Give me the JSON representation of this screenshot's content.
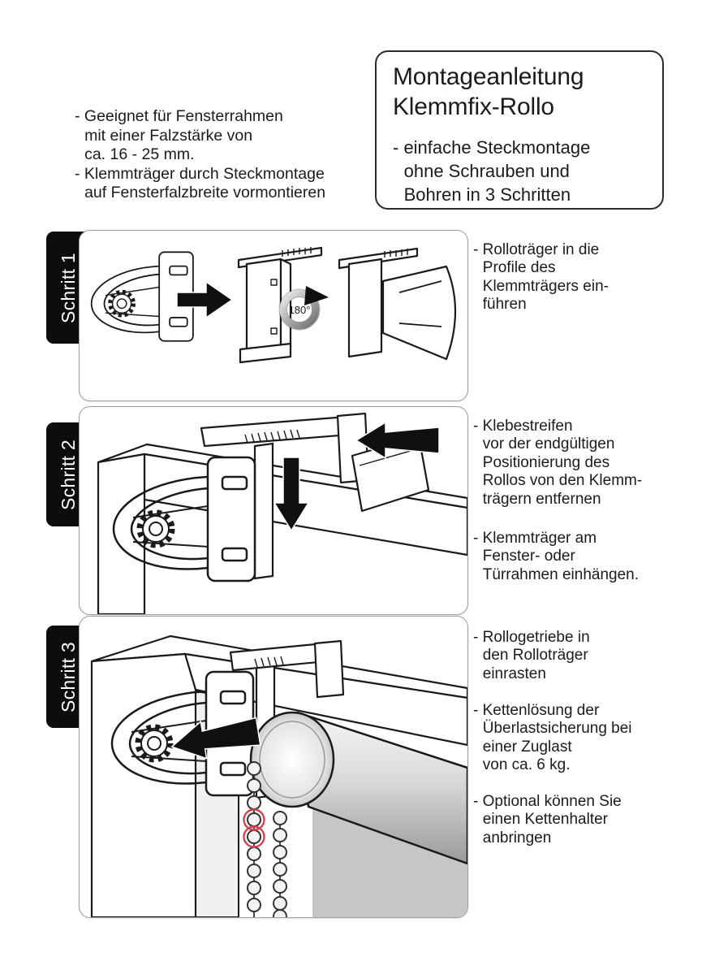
{
  "document": {
    "intro": {
      "bullets": [
        "- Geeignet für Fensterrahmen\nmit einer Falzstärke von\nca. 16 - 25 mm.",
        "- Klemmträger durch Steckmontage\nauf Fensterfalzbreite vormontieren"
      ]
    },
    "title_box": {
      "title": "Montageanleitung\nKlemmfix-Rollo",
      "subtitle": "- einfache Steckmontage\nohne Schrauben und\nBohren in 3 Schritten"
    },
    "steps": [
      {
        "label": "Schritt 1",
        "rotation_label": "180°",
        "bullets": [
          "- Rolloträger in die\nProfile des\nKlemmträgers ein-\nführen"
        ]
      },
      {
        "label": "Schritt 2",
        "bullets": [
          "- Klebestreifen\nvor der endgültigen\nPositionierung des\nRollos von den Klemm-\nträgern entfernen",
          "- Klemmträger am\nFenster- oder\nTürrahmen einhängen."
        ]
      },
      {
        "label": "Schritt 3",
        "bullets": [
          "- Rollogetriebe in\nden Rolloträger\neinrasten",
          "- Kettenlösung der\nÜberlastsicherung bei\neiner Zuglast\nvon ca. 6 kg.",
          "- Optional können Sie\neinen Kettenhalter\nanbringen"
        ]
      }
    ],
    "icons": {
      "rotate_180": "circular-rotation-arrow",
      "arrow_right": "solid-black-arrow",
      "arrow_left": "solid-black-arrow",
      "arrow_down": "solid-black-arrow",
      "chain": "bead-chain",
      "overload_link": "red-circled-beads"
    },
    "colors": {
      "ink": "#1b1b1b",
      "tab_bg": "#0d0d0d",
      "tab_text": "#ffffff",
      "panel_border": "#9e9e9e",
      "overload_ring_red": "#d2444f",
      "roller_gray": "#c6c6c6"
    }
  }
}
